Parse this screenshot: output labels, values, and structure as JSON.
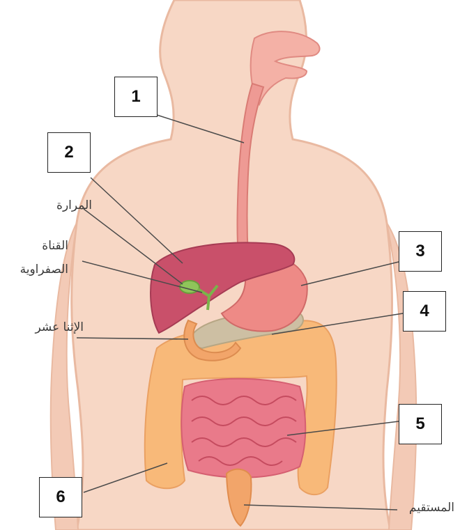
{
  "number_boxes": [
    "1",
    "2",
    "3",
    "4",
    "5",
    "6"
  ],
  "labels": {
    "gallbladder": "المرارة",
    "bile_duct_line1": "القناة",
    "bile_duct_line2": "الصفراوية",
    "duodenum": "الإثنا عشر",
    "rectum": "المستقيم"
  },
  "colors": {
    "skin": "#f7d7c5",
    "skin_outline": "#e9b9a1",
    "esophagus": "#ee9a94",
    "liver": "#c9506a",
    "gallbladder": "#8fc55a",
    "stomach": "#ee8a86",
    "pancreas": "#cdbfa3",
    "large_intestine": "#f8b979",
    "small_intestine": "#e97a8a",
    "line": "#4a4a4a"
  }
}
